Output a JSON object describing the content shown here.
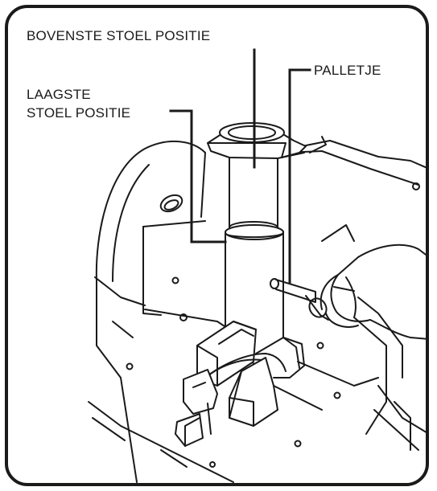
{
  "labels": {
    "top_position": "BOVENSTE STOEL POSITIE",
    "lowest_position_line1": "LAAGSTE",
    "lowest_position_line2": "STOEL POSITIE",
    "lever": "PALLETJE"
  },
  "colors": {
    "line": "#1a1a1a",
    "background": "#ffffff"
  }
}
